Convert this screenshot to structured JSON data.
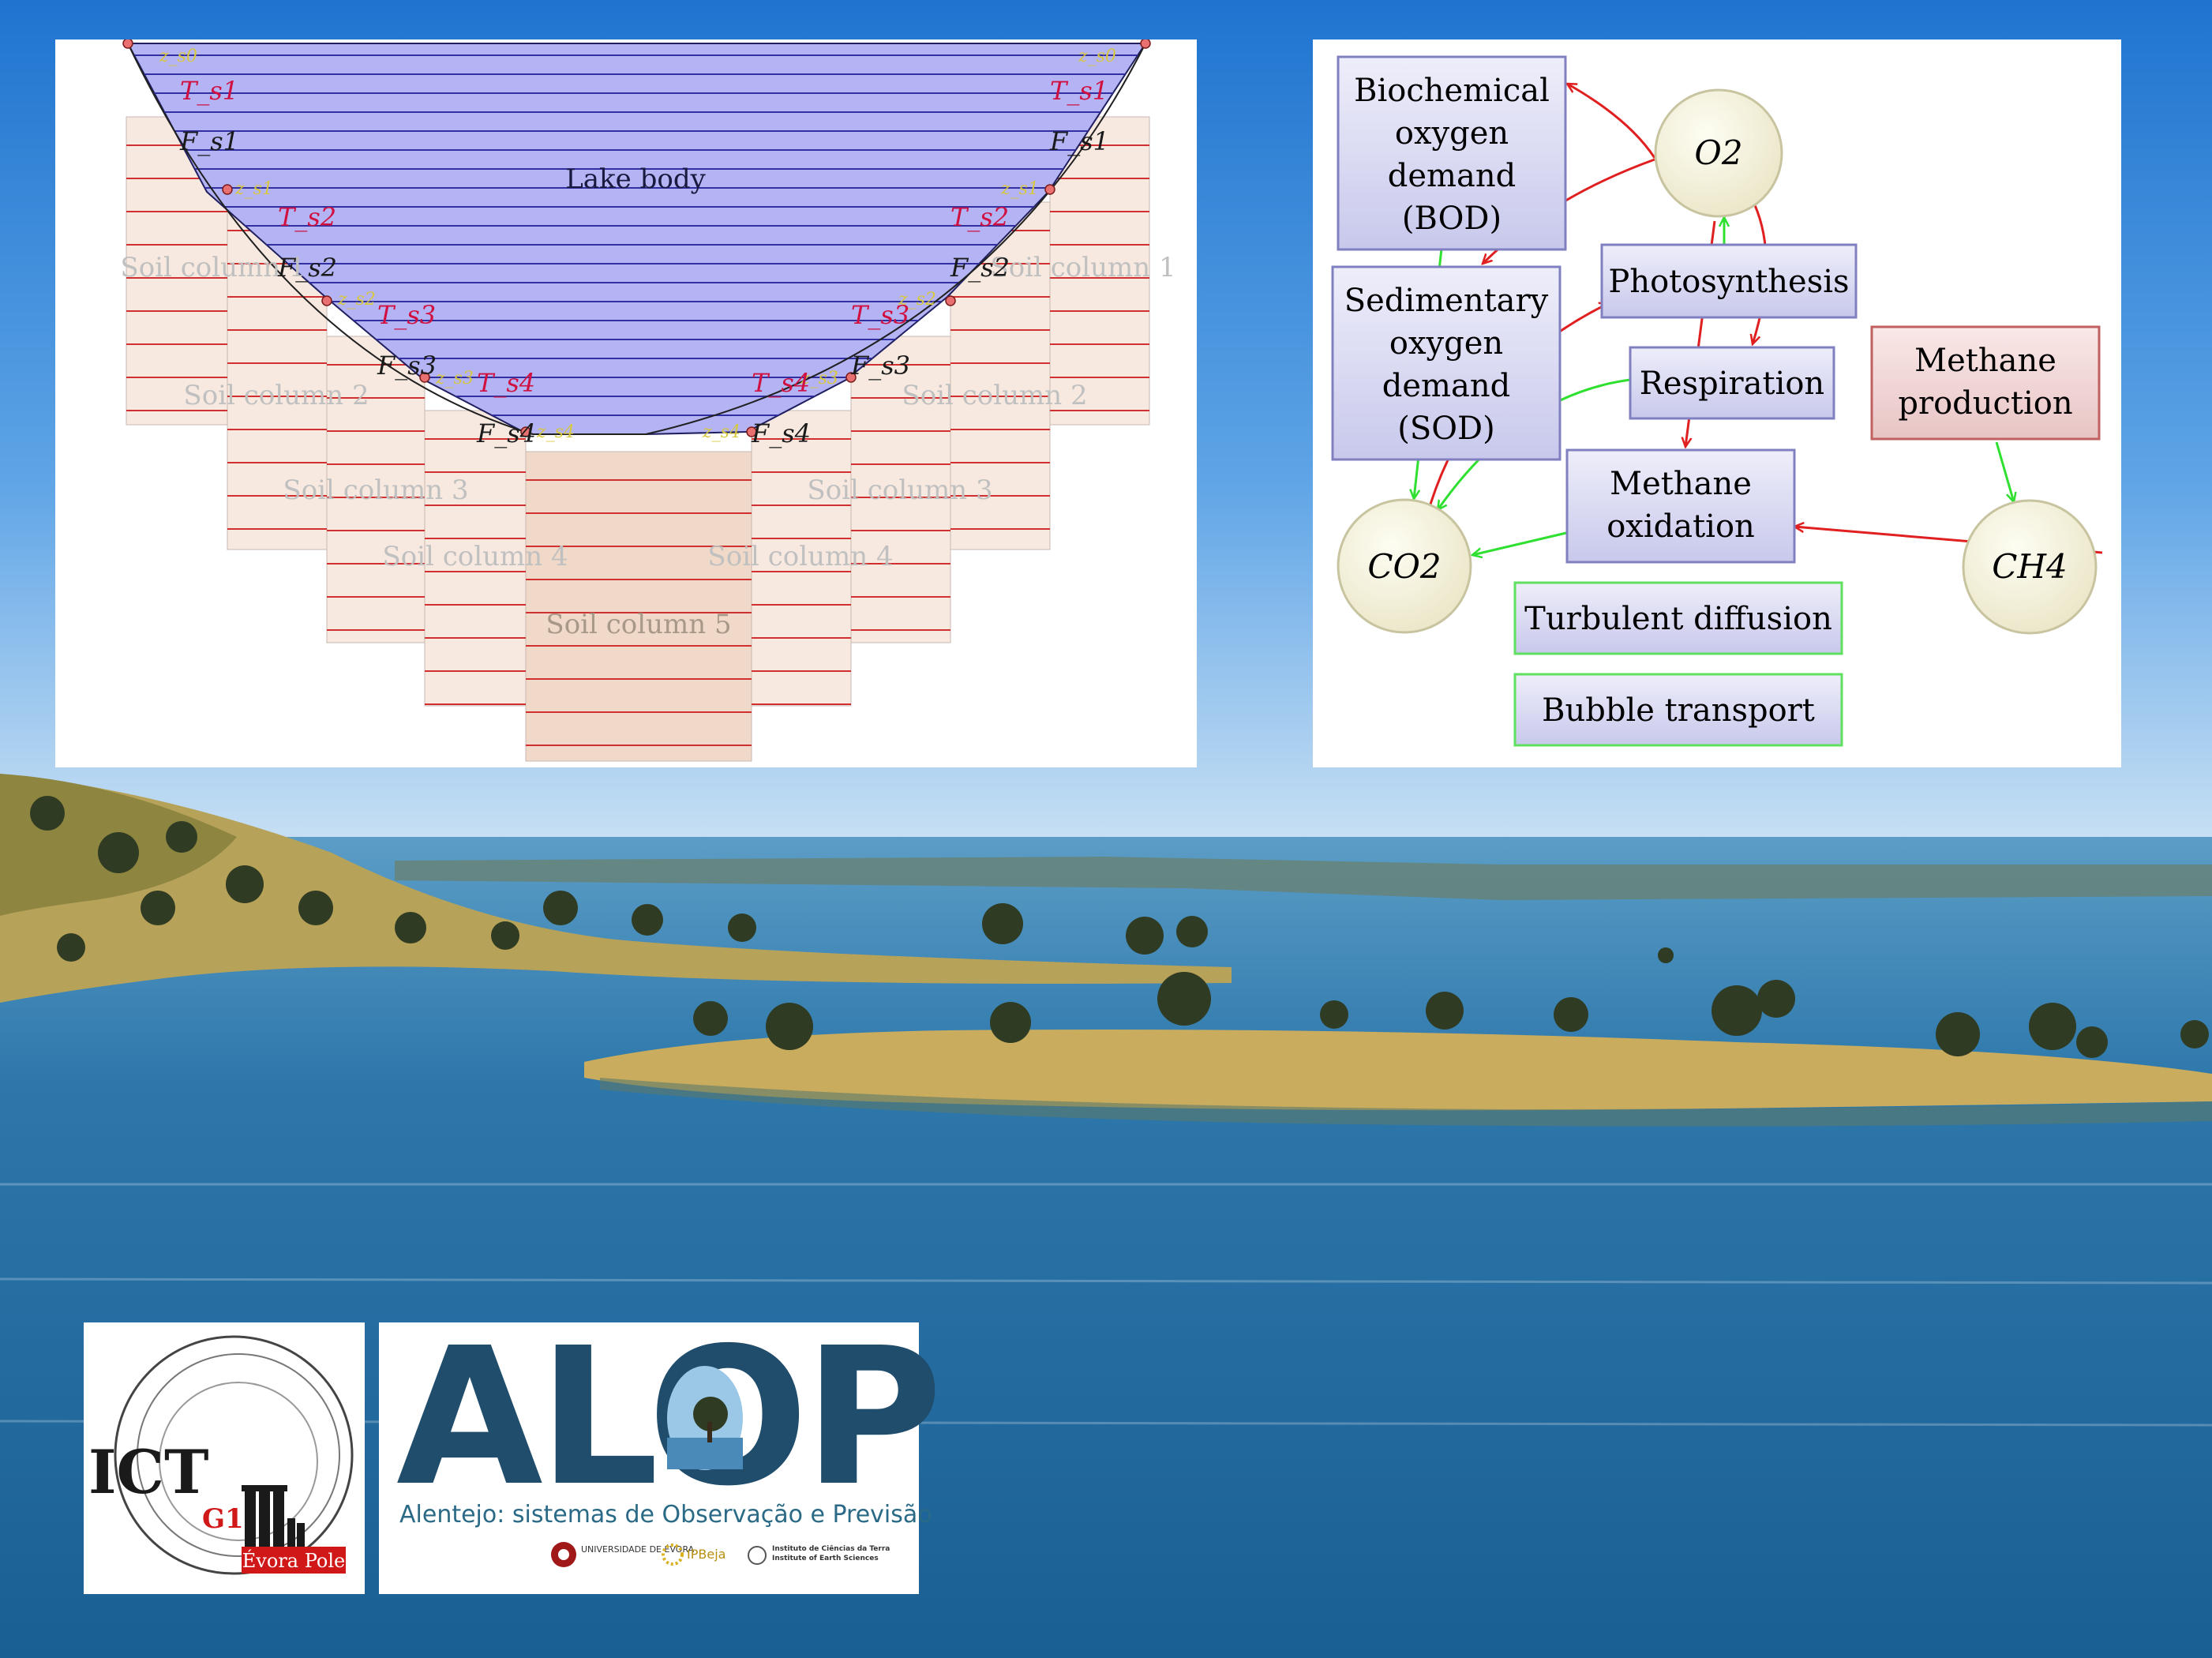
{
  "lake_diagram": {
    "lake_label": "Lake body",
    "soil_columns": [
      "Soil column 1",
      "Soil column 2",
      "Soil column 3",
      "Soil column 4",
      "Soil column 5"
    ],
    "left_labels": {
      "z0": "z_s0",
      "z1": "z_s1",
      "z2": "z_s2",
      "z3": "z_s3",
      "z4": "z_s4",
      "T1": "T_s1",
      "T2": "T_s2",
      "T3": "T_s3",
      "T4": "T_s4",
      "F1": "F_s1",
      "F2": "F_s2",
      "F3": "F_s3",
      "F4": "F_s4"
    },
    "colors": {
      "lake_fill": "#b4b4f5",
      "lake_line": "#3030a0",
      "soil_fill": "#f7e9e0",
      "soil_line": "#d03030",
      "soil5_fill": "#f0d9c8",
      "depth_label": "#d8c840",
      "temp_label": "#d01040"
    }
  },
  "process_diagram": {
    "nodes": {
      "bod": [
        "Biochemical",
        "oxygen",
        "demand",
        "(BOD)"
      ],
      "sod": [
        "Sedimentary",
        "oxygen",
        "demand",
        "(SOD)"
      ],
      "photosynthesis": "Photosynthesis",
      "respiration": "Respiration",
      "methane_production": [
        "Methane",
        "production"
      ],
      "methane_oxidation": [
        "Methane",
        "oxidation"
      ],
      "turbulent_diffusion": "Turbulent diffusion",
      "bubble_transport": "Bubble transport",
      "o2": "O2",
      "co2": "CO2",
      "ch4": "CH4"
    },
    "colors": {
      "process_box": "#dcdcf5",
      "box_border": "#8080c0",
      "methane_box": "#f0d4d4",
      "methane_border": "#c06060",
      "gas_circle": "#f5f2dc",
      "gas_border": "#c8c4a0",
      "red_arrow": "#e02020",
      "green_arrow": "#30e030",
      "green_border": "#60e060"
    }
  },
  "logos": {
    "ict": {
      "letters": "ICT",
      "group": "G1",
      "pole": "Évora Pole"
    },
    "alop": {
      "title": "ALOP",
      "subtitle": "Alentejo: sistemas de Observação e Previsão",
      "partners": [
        "UNIVERSIDADE DE ÉVORA",
        "IPBeja",
        "Instituto de Ciências da Terra",
        "Institute of Earth Sciences"
      ]
    }
  }
}
